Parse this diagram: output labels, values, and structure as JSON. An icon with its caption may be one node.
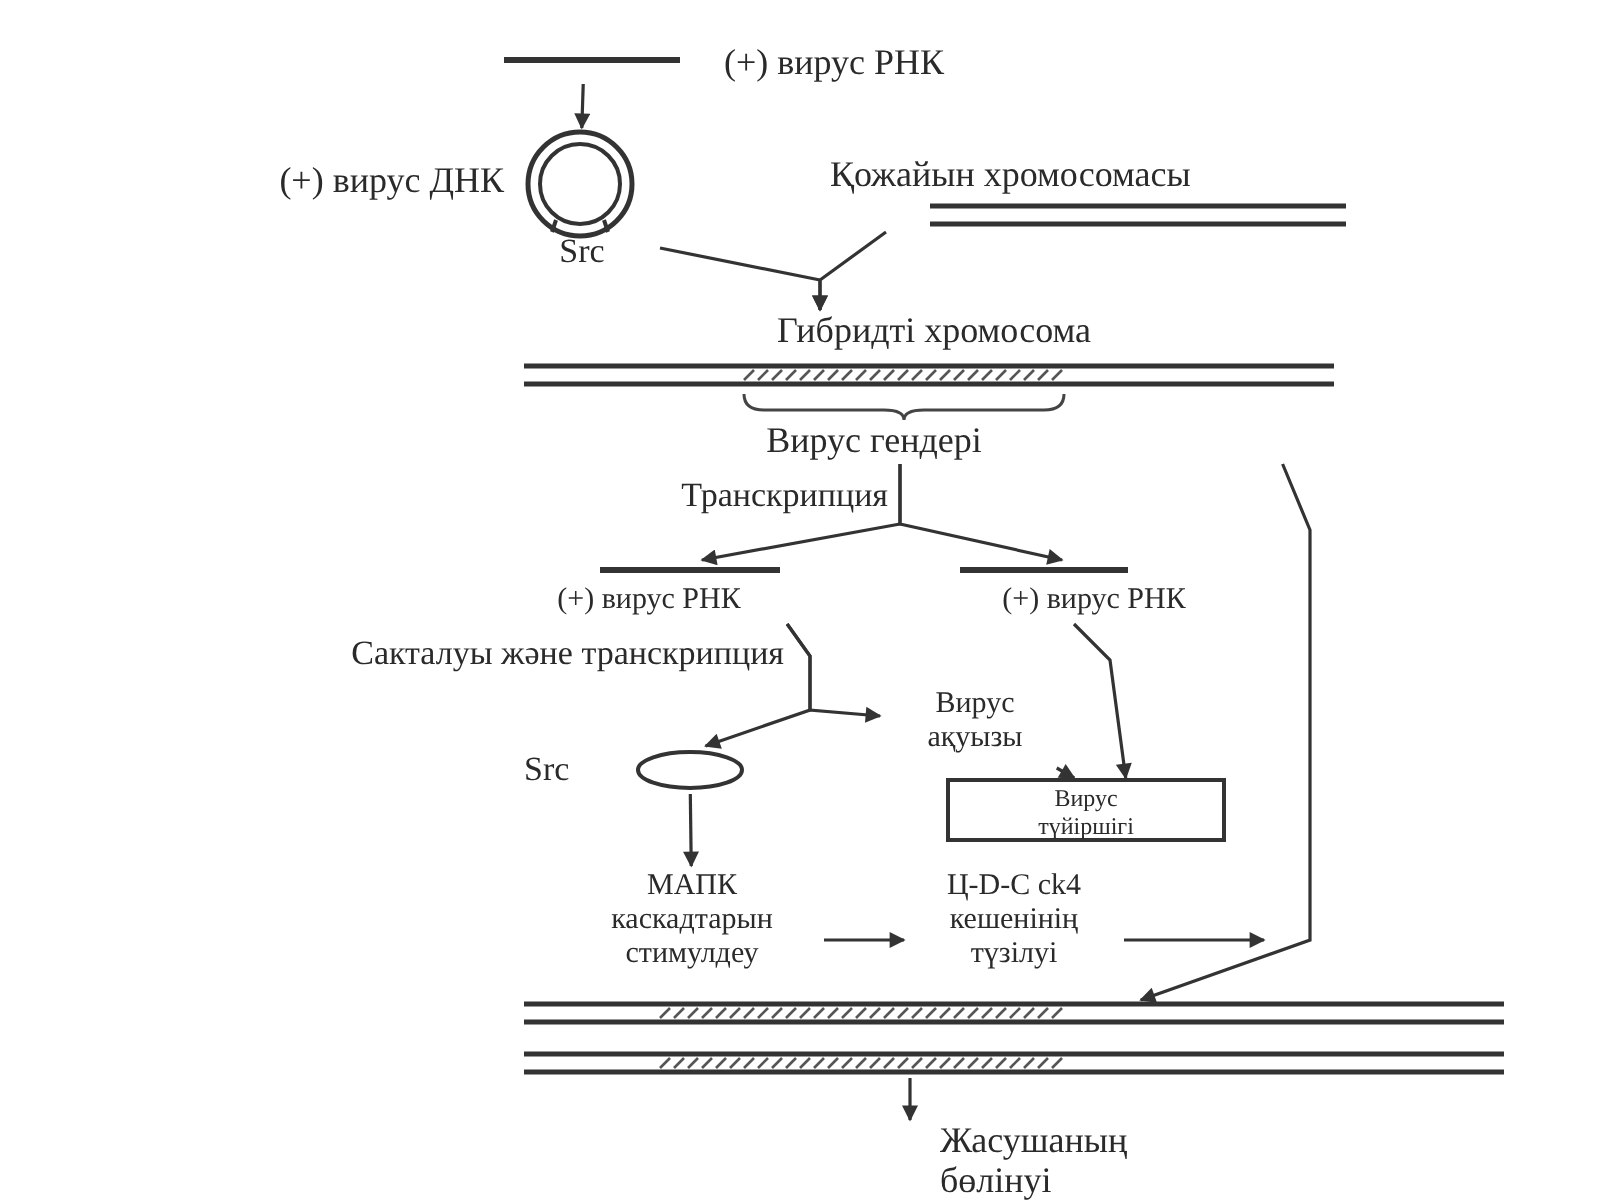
{
  "diagram": {
    "nodes": [
      {
        "text": [
          "(+) вирус РНК"
        ]
      },
      {
        "text": [
          "(+) вирус ДНК",
          "Src"
        ]
      },
      {
        "text": [
          "Қожайын хромосомасы"
        ]
      },
      {
        "text": [
          "Гибридті хромосома",
          "Вирус гендері"
        ]
      },
      {
        "text": [
          "(+) вирус РНК"
        ]
      },
      {
        "text": [
          "(+) вирус РНК"
        ]
      },
      {
        "text": [
          "Src"
        ]
      },
      {
        "text": [
          "Вирус ақуызы"
        ]
      },
      {
        "text": [
          "Вирус түйіршігі"
        ]
      },
      {
        "text": [
          "МАПК каскадтарын стимулдеу"
        ]
      },
      {
        "text": [
          "Ц-D-C ck4 кешенінің түзілуі"
        ]
      },
      {
        "text": [],
        "shape": "bar"
      },
      {
        "text": [],
        "shape": "bar"
      },
      {
        "text": [
          "Жасушаның бөлінуі"
        ]
      }
    ],
    "edges": [
      {
        "from": 0,
        "to": 1,
        "arrow": "to"
      },
      {
        "from": 1,
        "to": 3,
        "arrow": "to"
      },
      {
        "from": 2,
        "to": 3,
        "arrow": "to"
      },
      {
        "from": 3,
        "to": 4,
        "arrow": "to",
        "label": "Транскрипция"
      },
      {
        "from": 3,
        "to": 5,
        "arrow": "to"
      },
      {
        "from": 4,
        "to": 6,
        "arrow": "to",
        "label": "Сакталуы және транскрипция"
      },
      {
        "from": 4,
        "to": 7,
        "arrow": "to"
      },
      {
        "from": 5,
        "to": 8,
        "arrow": "to"
      },
      {
        "from": 7,
        "to": 8,
        "arrow": "to"
      },
      {
        "from": 6,
        "to": 9,
        "arrow": "to"
      },
      {
        "from": 9,
        "to": 10,
        "arrow": "to"
      },
      {
        "from": 10,
        "to": null,
        "arrow": "to"
      },
      {
        "from": 3,
        "to": 11,
        "arrow": "to"
      },
      {
        "from": 12,
        "to": 13,
        "arrow": "to"
      }
    ]
  }
}
